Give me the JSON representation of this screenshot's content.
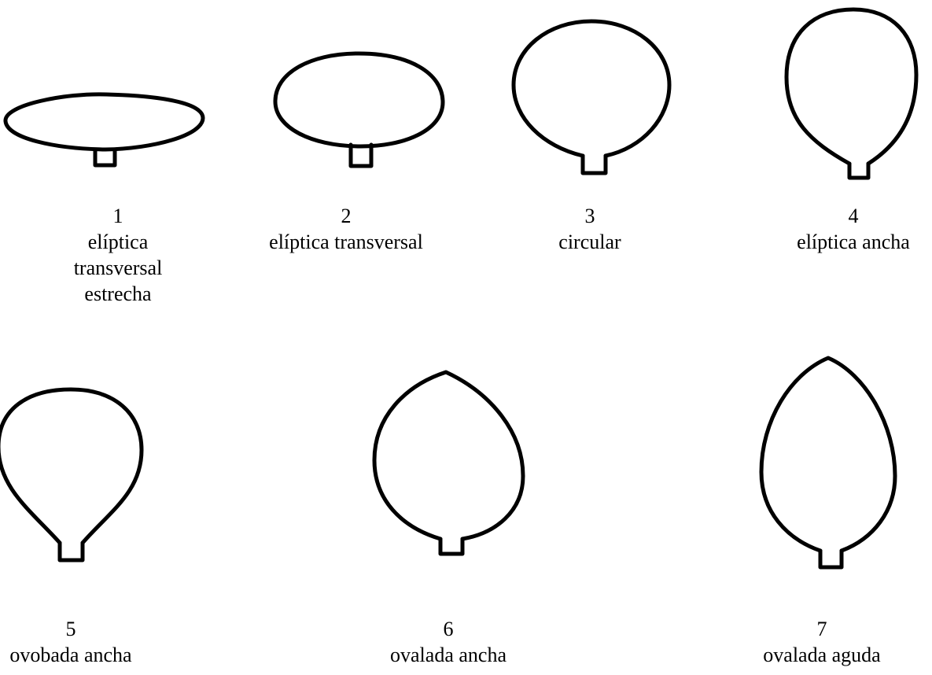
{
  "shapes": [
    {
      "number": "1",
      "name_lines": [
        "elíptica",
        "transversal",
        "estrecha"
      ]
    },
    {
      "number": "2",
      "name_lines": [
        "elíptica transversal"
      ]
    },
    {
      "number": "3",
      "name_lines": [
        "circular"
      ]
    },
    {
      "number": "4",
      "name_lines": [
        "elíptica ancha"
      ]
    },
    {
      "number": "5",
      "name_lines": [
        "ovobada ancha"
      ]
    },
    {
      "number": "6",
      "name_lines": [
        "ovalada ancha"
      ]
    },
    {
      "number": "7",
      "name_lines": [
        "ovalada aguda"
      ]
    }
  ]
}
